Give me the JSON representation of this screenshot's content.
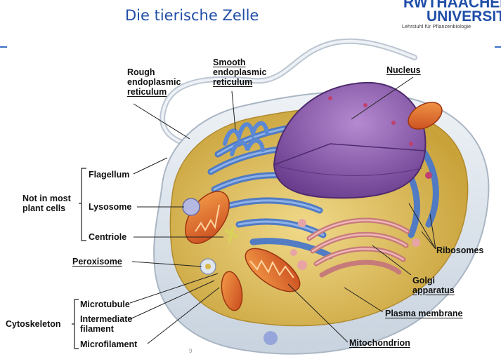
{
  "header": {
    "title": "Die tierische Zelle",
    "logo_line1": "RWTHAACHEN",
    "logo_line2": "UNIVERSITY",
    "logo_sub": "Lehrstuhl für Pflanzenbiologie"
  },
  "labels": {
    "rough_er": [
      "Rough",
      "endoplasmic",
      "reticulum"
    ],
    "smooth_er": [
      "Smooth",
      "endoplasmic",
      "reticulum"
    ],
    "nucleus": "Nucleus",
    "flagellum": "Flagellum",
    "not_in_plant": [
      "Not in most",
      "plant cells"
    ],
    "lysosome": "Lysosome",
    "centriole": "Centriole",
    "peroxisome": "Peroxisome",
    "ribosomes": "Ribosomes",
    "golgi": [
      "Golgi",
      "apparatus"
    ],
    "plasma_membrane": "Plasma membrane",
    "cytoskeleton": "Cytoskeleton",
    "microtubule": "Microtubule",
    "intermediate_filament": [
      "Intermediate",
      "filament"
    ],
    "microfilament": "Microfilament",
    "mitochondrion": "Mitochondrion"
  },
  "page_number": "9",
  "colors": {
    "title": "#1f4ea8",
    "cytoplasm": "#d9b94a",
    "er": "#4a78c8",
    "nucleus": "#8a5aa8",
    "golgi": "#d58a8a",
    "mitochondrion": "#e06a2a",
    "membrane": "#dde4ec"
  }
}
